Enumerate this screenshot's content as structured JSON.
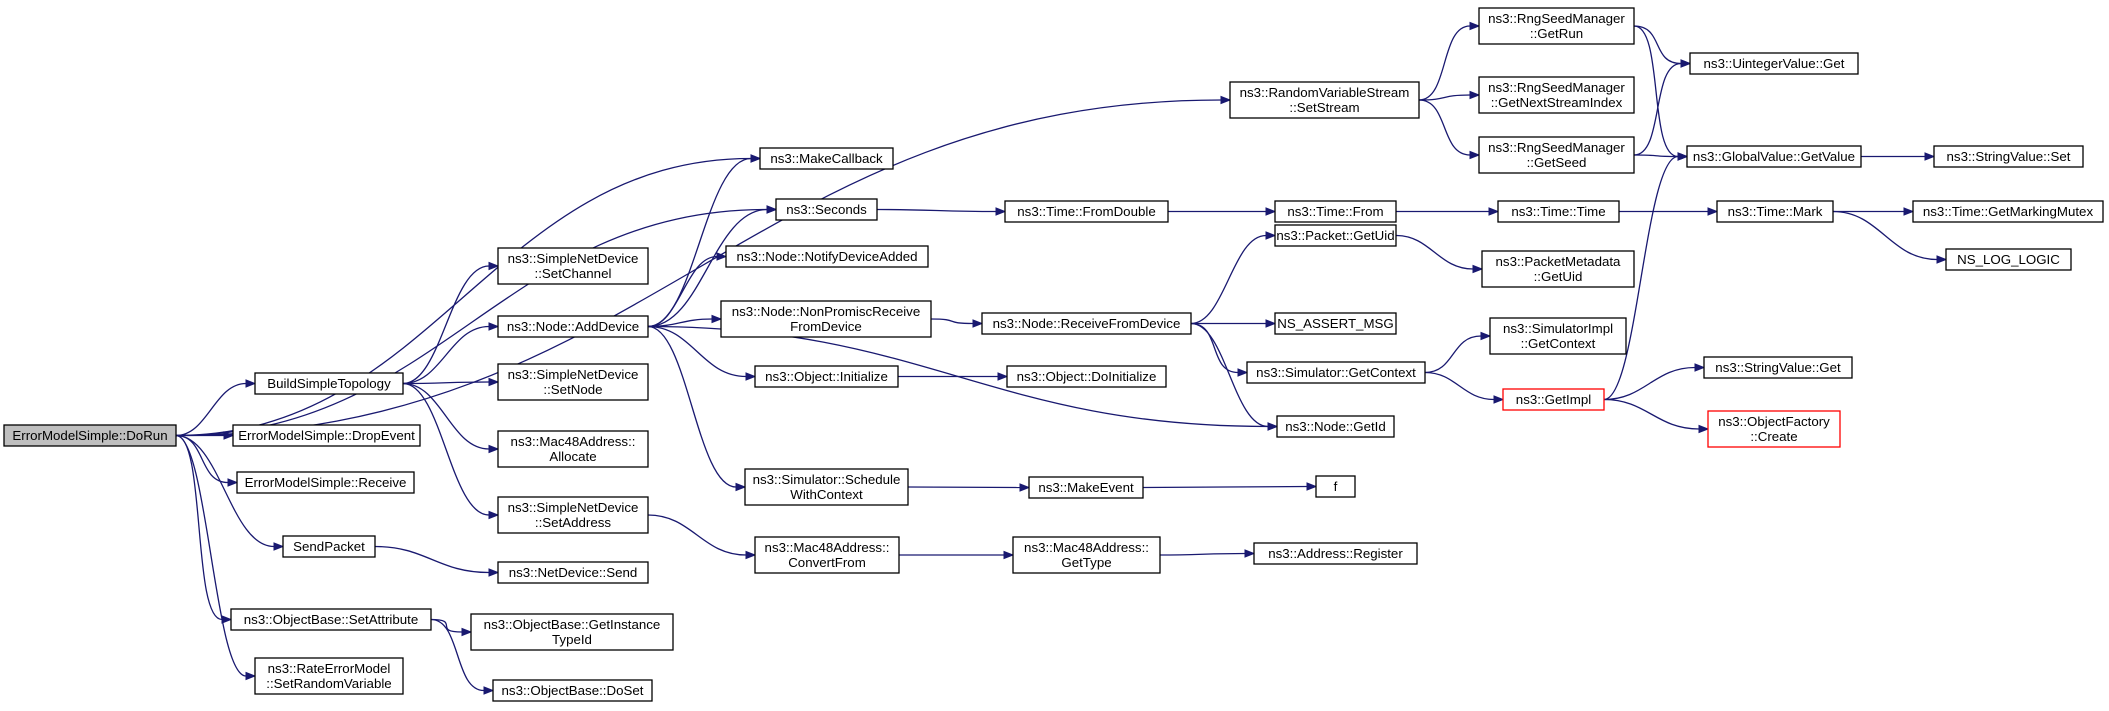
{
  "diagram": {
    "nodes": [
      {
        "id": "n_dorun",
        "lines": [
          "ErrorModelSimple::DoRun"
        ],
        "style": "root"
      },
      {
        "id": "n_build",
        "lines": [
          "BuildSimpleTopology"
        ]
      },
      {
        "id": "n_drop",
        "lines": [
          "ErrorModelSimple::DropEvent"
        ]
      },
      {
        "id": "n_recv",
        "lines": [
          "ErrorModelSimple::Receive"
        ]
      },
      {
        "id": "n_sendpkt",
        "lines": [
          "SendPacket"
        ]
      },
      {
        "id": "n_setattr",
        "lines": [
          "ns3::ObjectBase::SetAttribute"
        ]
      },
      {
        "id": "n_setrv",
        "lines": [
          "ns3::RateErrorModel",
          "::SetRandomVariable"
        ]
      },
      {
        "id": "n_setchan",
        "lines": [
          "ns3::SimpleNetDevice",
          "::SetChannel"
        ]
      },
      {
        "id": "n_adddev",
        "lines": [
          "ns3::Node::AddDevice"
        ]
      },
      {
        "id": "n_setnode",
        "lines": [
          "ns3::SimpleNetDevice",
          "::SetNode"
        ]
      },
      {
        "id": "n_alloc",
        "lines": [
          "ns3::Mac48Address::",
          "Allocate"
        ]
      },
      {
        "id": "n_setaddr",
        "lines": [
          "ns3::SimpleNetDevice",
          "::SetAddress"
        ]
      },
      {
        "id": "n_nsend",
        "lines": [
          "ns3::NetDevice::Send"
        ]
      },
      {
        "id": "n_gettid",
        "lines": [
          "ns3::ObjectBase::GetInstance",
          "TypeId"
        ]
      },
      {
        "id": "n_doset",
        "lines": [
          "ns3::ObjectBase::DoSet"
        ]
      },
      {
        "id": "n_makecb",
        "lines": [
          "ns3::MakeCallback"
        ]
      },
      {
        "id": "n_seconds",
        "lines": [
          "ns3::Seconds"
        ]
      },
      {
        "id": "n_notify",
        "lines": [
          "ns3::Node::NotifyDeviceAdded"
        ]
      },
      {
        "id": "n_nonprom",
        "lines": [
          "ns3::Node::NonPromiscReceive",
          "FromDevice"
        ]
      },
      {
        "id": "n_objinit",
        "lines": [
          "ns3::Object::Initialize"
        ]
      },
      {
        "id": "n_schedctx",
        "lines": [
          "ns3::Simulator::Schedule",
          "WithContext"
        ]
      },
      {
        "id": "n_convfrom",
        "lines": [
          "ns3::Mac48Address::",
          "ConvertFrom"
        ]
      },
      {
        "id": "n_rvsetstream",
        "lines": [
          "ns3::RandomVariableStream",
          "::SetStream"
        ]
      },
      {
        "id": "n_fromdouble",
        "lines": [
          "ns3::Time::FromDouble"
        ]
      },
      {
        "id": "n_recvfromdev",
        "lines": [
          "ns3::Node::ReceiveFromDevice"
        ]
      },
      {
        "id": "n_doinit",
        "lines": [
          "ns3::Object::DoInitialize"
        ]
      },
      {
        "id": "n_makeevent",
        "lines": [
          "ns3::MakeEvent"
        ]
      },
      {
        "id": "n_gettype",
        "lines": [
          "ns3::Mac48Address::",
          "GetType"
        ]
      },
      {
        "id": "n_getrun",
        "lines": [
          "ns3::RngSeedManager",
          "::GetRun"
        ]
      },
      {
        "id": "n_nextstream",
        "lines": [
          "ns3::RngSeedManager",
          "::GetNextStreamIndex"
        ]
      },
      {
        "id": "n_getseed",
        "lines": [
          "ns3::RngSeedManager",
          "::GetSeed"
        ]
      },
      {
        "id": "n_timefrom",
        "lines": [
          "ns3::Time::From"
        ]
      },
      {
        "id": "n_pktuid",
        "lines": [
          "ns3::Packet::GetUid"
        ]
      },
      {
        "id": "n_assert",
        "lines": [
          "NS_ASSERT_MSG"
        ]
      },
      {
        "id": "n_getctx",
        "lines": [
          "ns3::Simulator::GetContext"
        ]
      },
      {
        "id": "n_nodegetid",
        "lines": [
          "ns3::Node::GetId"
        ]
      },
      {
        "id": "n_f",
        "lines": [
          "f"
        ]
      },
      {
        "id": "n_addrreg",
        "lines": [
          "ns3::Address::Register"
        ]
      },
      {
        "id": "n_timetime",
        "lines": [
          "ns3::Time::Time"
        ]
      },
      {
        "id": "n_pmuid",
        "lines": [
          "ns3::PacketMetadata",
          "::GetUid"
        ]
      },
      {
        "id": "n_simimplctx",
        "lines": [
          "ns3::SimulatorImpl",
          "::GetContext"
        ]
      },
      {
        "id": "n_getimpl",
        "lines": [
          "ns3::GetImpl"
        ],
        "style": "red"
      },
      {
        "id": "n_uintget",
        "lines": [
          "ns3::UintegerValue::Get"
        ]
      },
      {
        "id": "n_gvget",
        "lines": [
          "ns3::GlobalValue::GetValue"
        ]
      },
      {
        "id": "n_timemark",
        "lines": [
          "ns3::Time::Mark"
        ]
      },
      {
        "id": "n_strget",
        "lines": [
          "ns3::StringValue::Get"
        ]
      },
      {
        "id": "n_ofcreate",
        "lines": [
          "ns3::ObjectFactory",
          "::Create"
        ],
        "style": "red"
      },
      {
        "id": "n_strset",
        "lines": [
          "ns3::StringValue::Set"
        ]
      },
      {
        "id": "n_markmutex",
        "lines": [
          "ns3::Time::GetMarkingMutex"
        ]
      },
      {
        "id": "n_nslog",
        "lines": [
          "NS_LOG_LOGIC"
        ]
      }
    ],
    "edges": [
      [
        "n_dorun",
        "n_build"
      ],
      [
        "n_dorun",
        "n_drop"
      ],
      [
        "n_dorun",
        "n_recv"
      ],
      [
        "n_dorun",
        "n_sendpkt"
      ],
      [
        "n_dorun",
        "n_setattr"
      ],
      [
        "n_dorun",
        "n_setrv"
      ],
      [
        "n_dorun",
        "n_makecb"
      ],
      [
        "n_dorun",
        "n_seconds"
      ],
      [
        "n_dorun",
        "n_rvsetstream"
      ],
      [
        "n_build",
        "n_setchan"
      ],
      [
        "n_build",
        "n_adddev"
      ],
      [
        "n_build",
        "n_setnode"
      ],
      [
        "n_build",
        "n_alloc"
      ],
      [
        "n_build",
        "n_setaddr"
      ],
      [
        "n_sendpkt",
        "n_nsend"
      ],
      [
        "n_setattr",
        "n_gettid"
      ],
      [
        "n_setattr",
        "n_doset"
      ],
      [
        "n_adddev",
        "n_makecb"
      ],
      [
        "n_adddev",
        "n_seconds"
      ],
      [
        "n_adddev",
        "n_notify"
      ],
      [
        "n_adddev",
        "n_nonprom"
      ],
      [
        "n_adddev",
        "n_objinit"
      ],
      [
        "n_adddev",
        "n_schedctx"
      ],
      [
        "n_adddev",
        "n_nodegetid"
      ],
      [
        "n_setaddr",
        "n_convfrom"
      ],
      [
        "n_seconds",
        "n_fromdouble"
      ],
      [
        "n_nonprom",
        "n_recvfromdev"
      ],
      [
        "n_objinit",
        "n_doinit"
      ],
      [
        "n_schedctx",
        "n_makeevent"
      ],
      [
        "n_convfrom",
        "n_gettype"
      ],
      [
        "n_rvsetstream",
        "n_getrun"
      ],
      [
        "n_rvsetstream",
        "n_nextstream"
      ],
      [
        "n_rvsetstream",
        "n_getseed"
      ],
      [
        "n_fromdouble",
        "n_timefrom"
      ],
      [
        "n_recvfromdev",
        "n_pktuid"
      ],
      [
        "n_recvfromdev",
        "n_assert"
      ],
      [
        "n_recvfromdev",
        "n_getctx"
      ],
      [
        "n_recvfromdev",
        "n_nodegetid"
      ],
      [
        "n_makeevent",
        "n_f"
      ],
      [
        "n_gettype",
        "n_addrreg"
      ],
      [
        "n_getrun",
        "n_uintget"
      ],
      [
        "n_getrun",
        "n_gvget"
      ],
      [
        "n_getseed",
        "n_uintget"
      ],
      [
        "n_getseed",
        "n_gvget"
      ],
      [
        "n_timefrom",
        "n_timetime"
      ],
      [
        "n_pktuid",
        "n_pmuid"
      ],
      [
        "n_getctx",
        "n_simimplctx"
      ],
      [
        "n_getctx",
        "n_getimpl"
      ],
      [
        "n_timetime",
        "n_timemark"
      ],
      [
        "n_getimpl",
        "n_gvget"
      ],
      [
        "n_getimpl",
        "n_strget"
      ],
      [
        "n_getimpl",
        "n_ofcreate"
      ],
      [
        "n_gvget",
        "n_strset"
      ],
      [
        "n_timemark",
        "n_markmutex"
      ],
      [
        "n_timemark",
        "n_nslog"
      ]
    ]
  }
}
